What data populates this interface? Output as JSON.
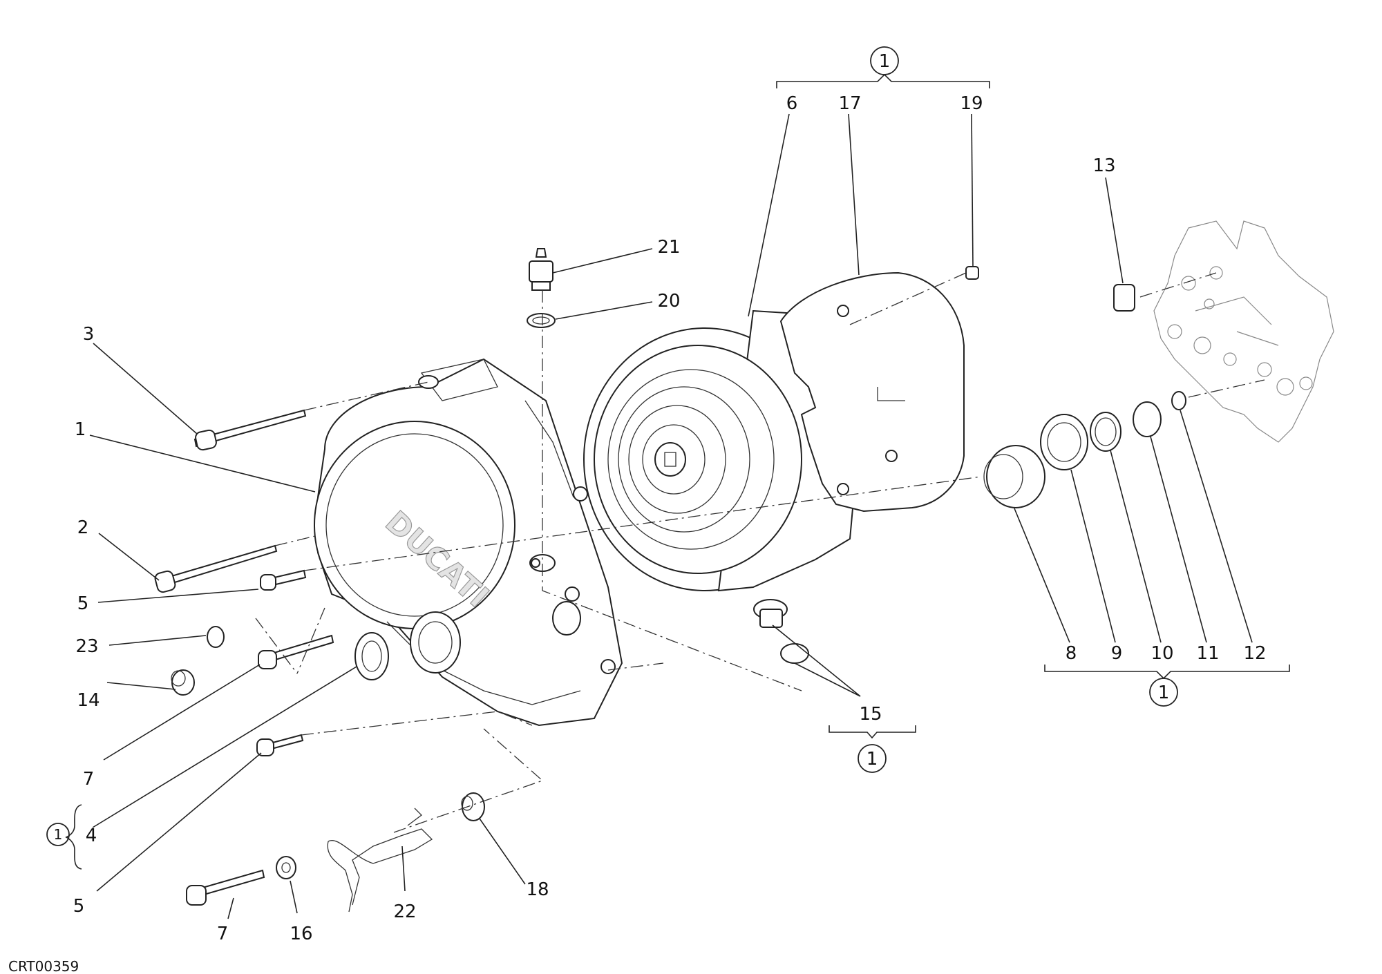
{
  "drawing_code": "CRT00359",
  "logo_text": "DUCATI",
  "kit_marker": "1",
  "callouts": {
    "c1": "1",
    "c2": "2",
    "c3": "3",
    "c4": "4",
    "c5a": "5",
    "c5b": "5",
    "c6": "6",
    "c7a": "7",
    "c7b": "7",
    "c8": "8",
    "c9": "9",
    "c10": "10",
    "c11": "11",
    "c12": "12",
    "c13": "13",
    "c14": "14",
    "c15": "15",
    "c16": "16",
    "c17": "17",
    "c18": "18",
    "c19": "19",
    "c20": "20",
    "c21": "21",
    "c22": "22",
    "c23": "23"
  },
  "icons": {
    "kit_circle": "circled-number",
    "group_bracket": "curly-bracket"
  }
}
